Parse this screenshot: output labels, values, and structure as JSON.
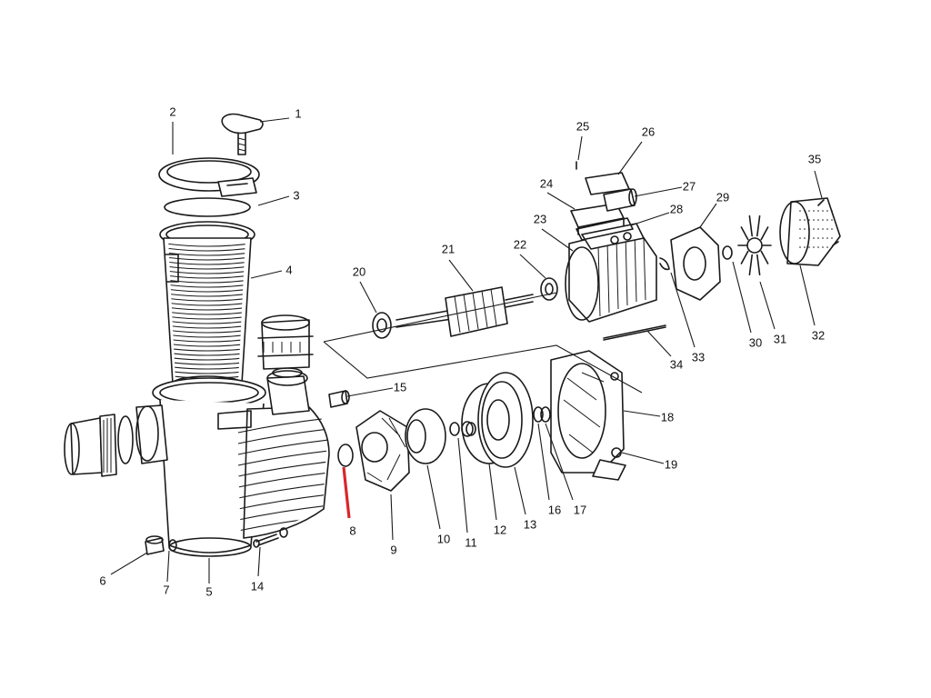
{
  "diagram": {
    "highlight_color": "#d9262b",
    "line_color": "#1a1a1a",
    "callouts": [
      "1",
      "2",
      "3",
      "4",
      "5",
      "6",
      "7",
      "8",
      "9",
      "10",
      "11",
      "12",
      "13",
      "14",
      "15",
      "16",
      "17",
      "18",
      "19",
      "20",
      "21",
      "22",
      "23",
      "24",
      "25",
      "26",
      "27",
      "28",
      "29",
      "30",
      "31",
      "32",
      "33",
      "34",
      "35"
    ],
    "highlighted_callout": "8"
  }
}
